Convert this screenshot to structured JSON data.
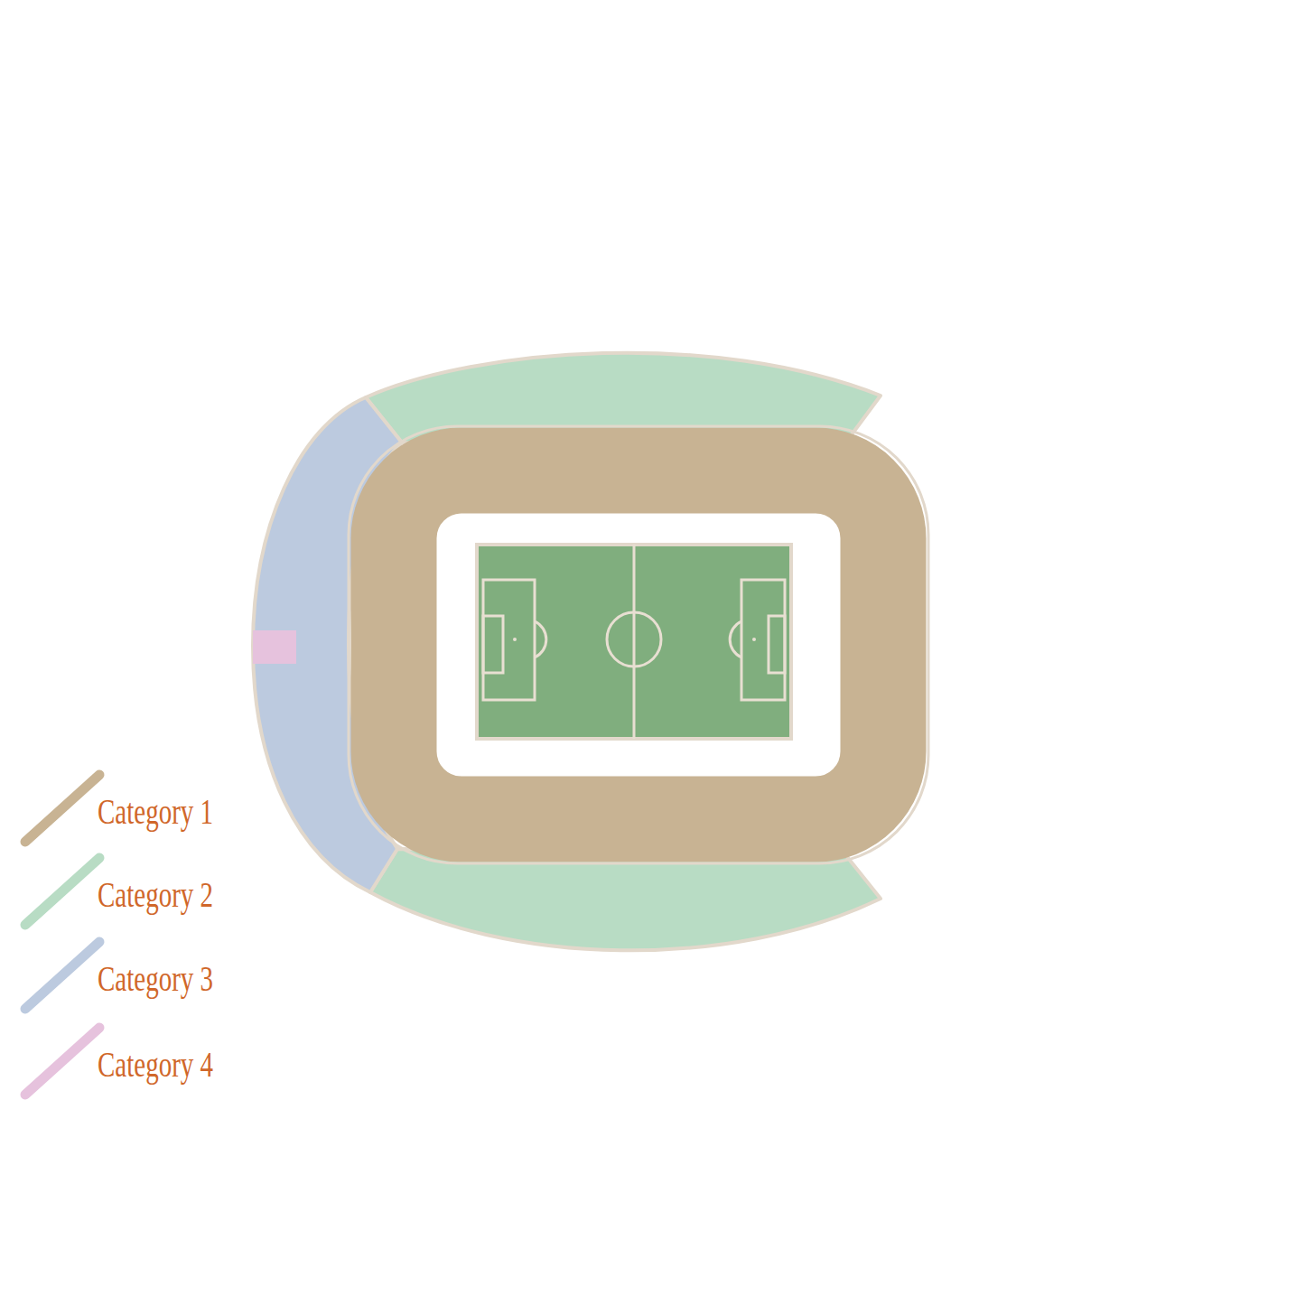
{
  "diagram": {
    "legend": [
      {
        "text": "Category 1",
        "color": "#c8b393"
      },
      {
        "text": "Category 2",
        "color": "#b8dcc4"
      },
      {
        "text": "Category 3",
        "color": "#bccadf"
      },
      {
        "text": "Category 4",
        "color": "#e6c2dd"
      }
    ]
  }
}
